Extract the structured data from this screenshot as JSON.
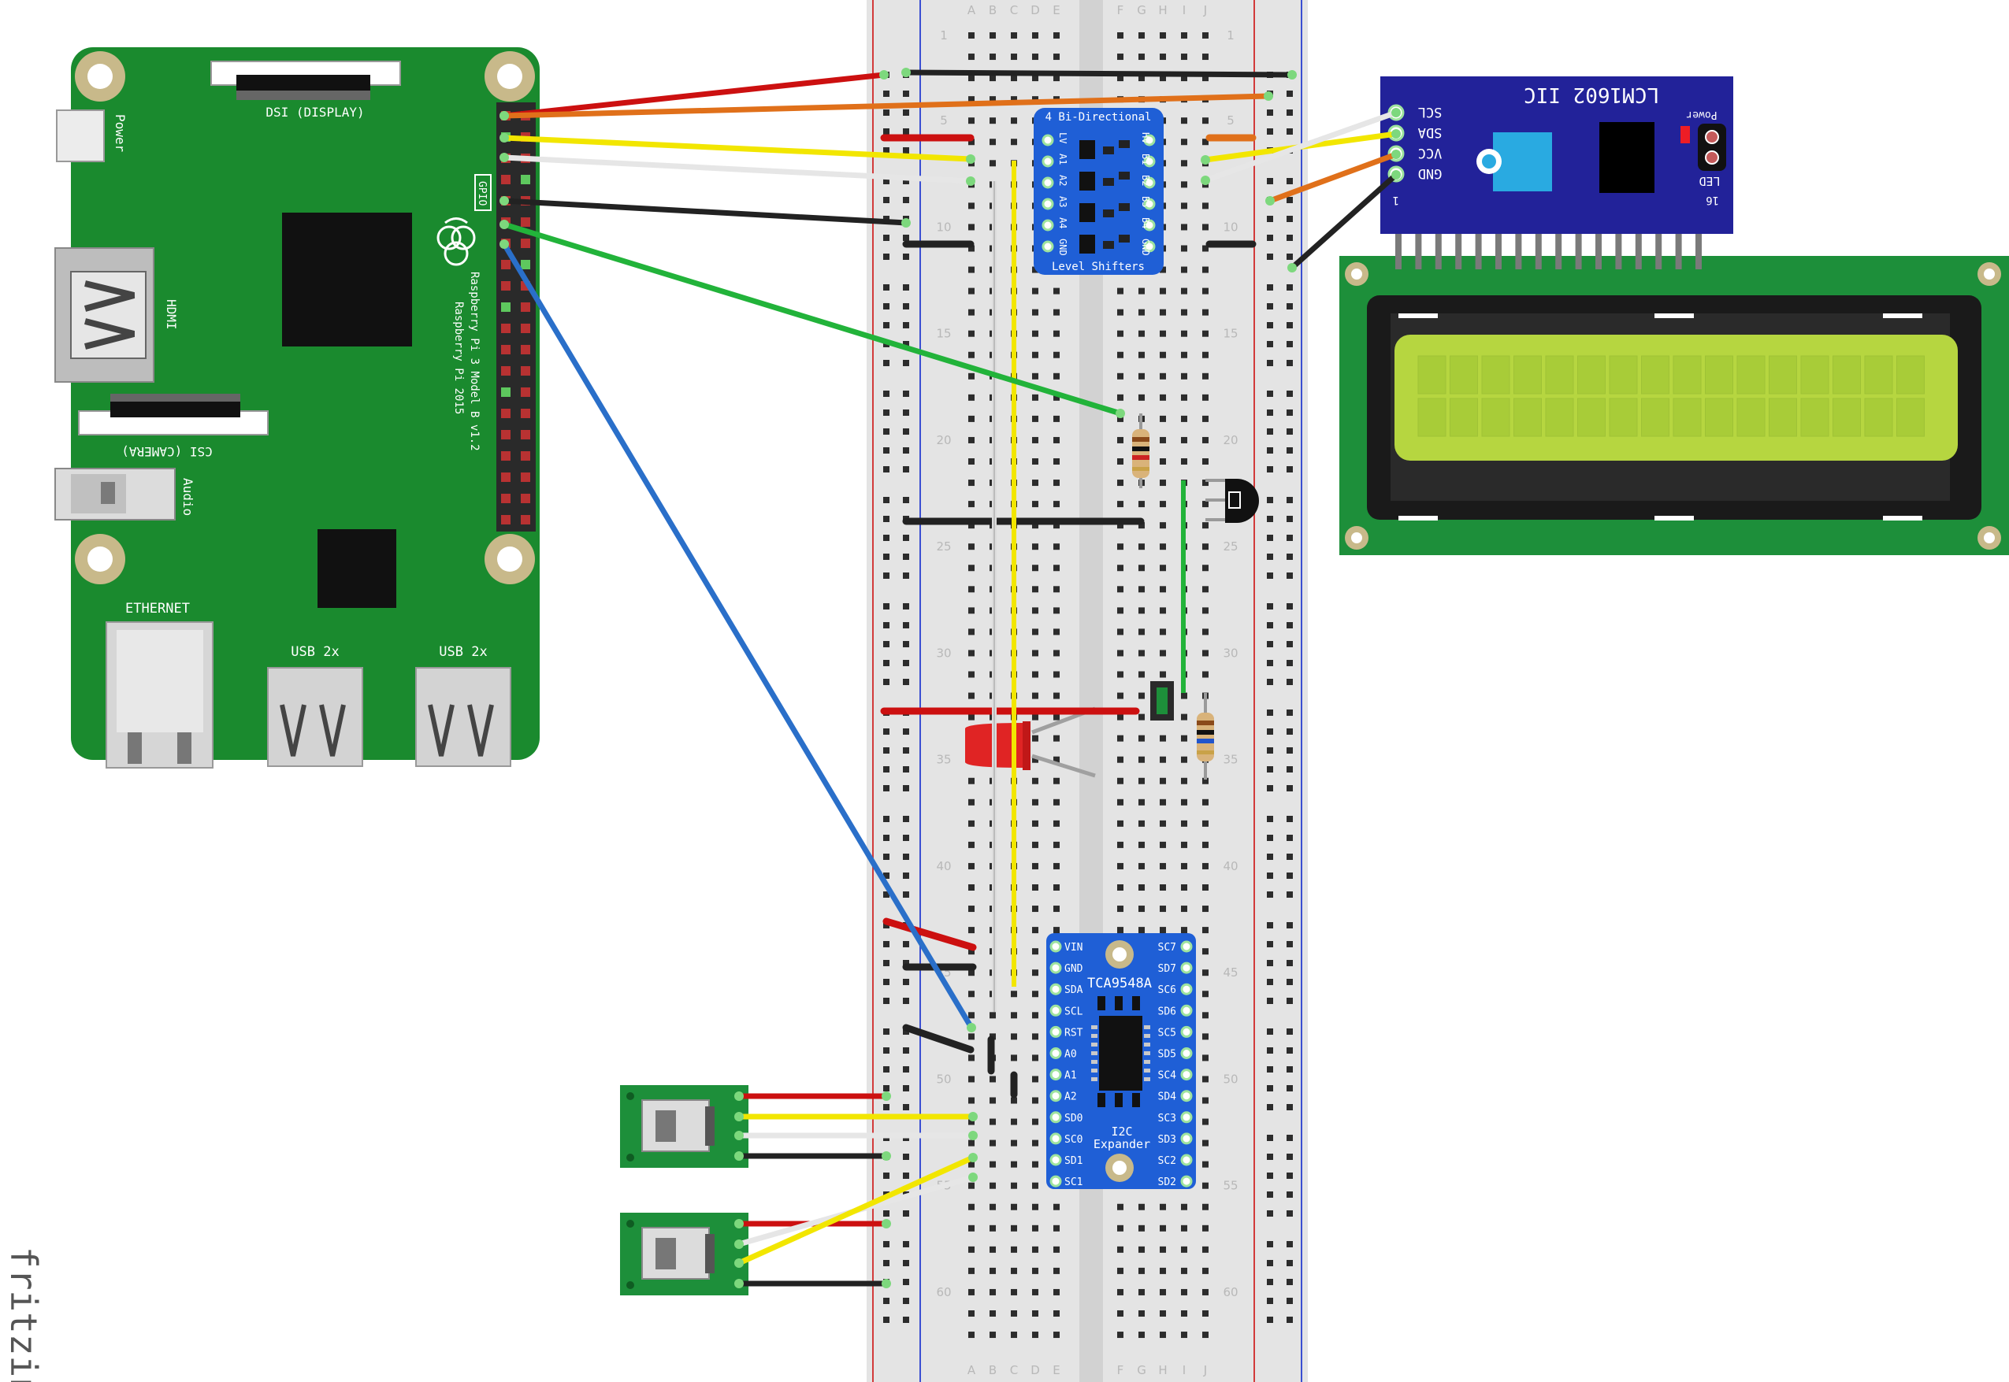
{
  "raspberry_pi": {
    "model_line1": "Raspberry Pi 3 Model B v1.2",
    "model_line2": "Raspberry Pi 2015",
    "dsi_label": "DSI (DISPLAY)",
    "csi_label": "CSI (CAMERA)",
    "hdmi_label": "HDMI",
    "power_label": "Power",
    "audio_label": "Audio",
    "gpio_label": "GPIO",
    "ethernet_label": "ETHERNET",
    "usb1_label": "USB 2x",
    "usb2_label": "USB 2x"
  },
  "breadboard": {
    "column_letters_left": [
      "A",
      "B",
      "C",
      "D",
      "E"
    ],
    "column_letters_right": [
      "F",
      "G",
      "H",
      "I",
      "J"
    ],
    "row_numbers": [
      "1",
      "5",
      "10",
      "15",
      "20",
      "25",
      "30",
      "35",
      "40",
      "45",
      "50",
      "55",
      "60"
    ]
  },
  "level_shifter": {
    "title": "4 Bi-Directional",
    "subtitle": "Level Shifters",
    "left_pins": [
      "LV",
      "A1",
      "A2",
      "A3",
      "A4",
      "GND"
    ],
    "right_pins": [
      "HV",
      "B1",
      "B2",
      "B3",
      "B4",
      "GND"
    ]
  },
  "i2c_expander": {
    "chip": "TCA9548A",
    "caption_line1": "I2C",
    "caption_line2": "Expander",
    "left_pins": [
      "VIN",
      "GND",
      "SDA",
      "SCL",
      "RST",
      "A0",
      "A1",
      "A2",
      "SD0",
      "SC0",
      "SD1",
      "SC1"
    ],
    "right_pins": [
      "SC7",
      "SD7",
      "SC6",
      "SD6",
      "SC5",
      "SD5",
      "SC4",
      "SD4",
      "SC3",
      "SD3",
      "SC2",
      "SD2"
    ]
  },
  "lcd_backpack": {
    "title": "LCM1602 IIC",
    "pins": [
      "SCL",
      "SDA",
      "VCC",
      "GND"
    ],
    "power_label": "Power",
    "led_label": "LED",
    "pin1_label": "1",
    "pin16_label": "16"
  },
  "brand": "fritzing",
  "colors": {
    "pcb_green": "#1a8a2e",
    "breadboard": "#e3e3e3",
    "wire_red": "#cc1010",
    "wire_orange": "#e0701a",
    "wire_yellow": "#f2e600",
    "wire_white": "#e6e6e6",
    "wire_black": "#222222",
    "wire_green": "#22b33a",
    "wire_blue": "#2a6fc9",
    "module_blue": "#1f5fd6",
    "lcd_backpack_blue": "#222299",
    "lcd_screen": "#b6d640"
  }
}
